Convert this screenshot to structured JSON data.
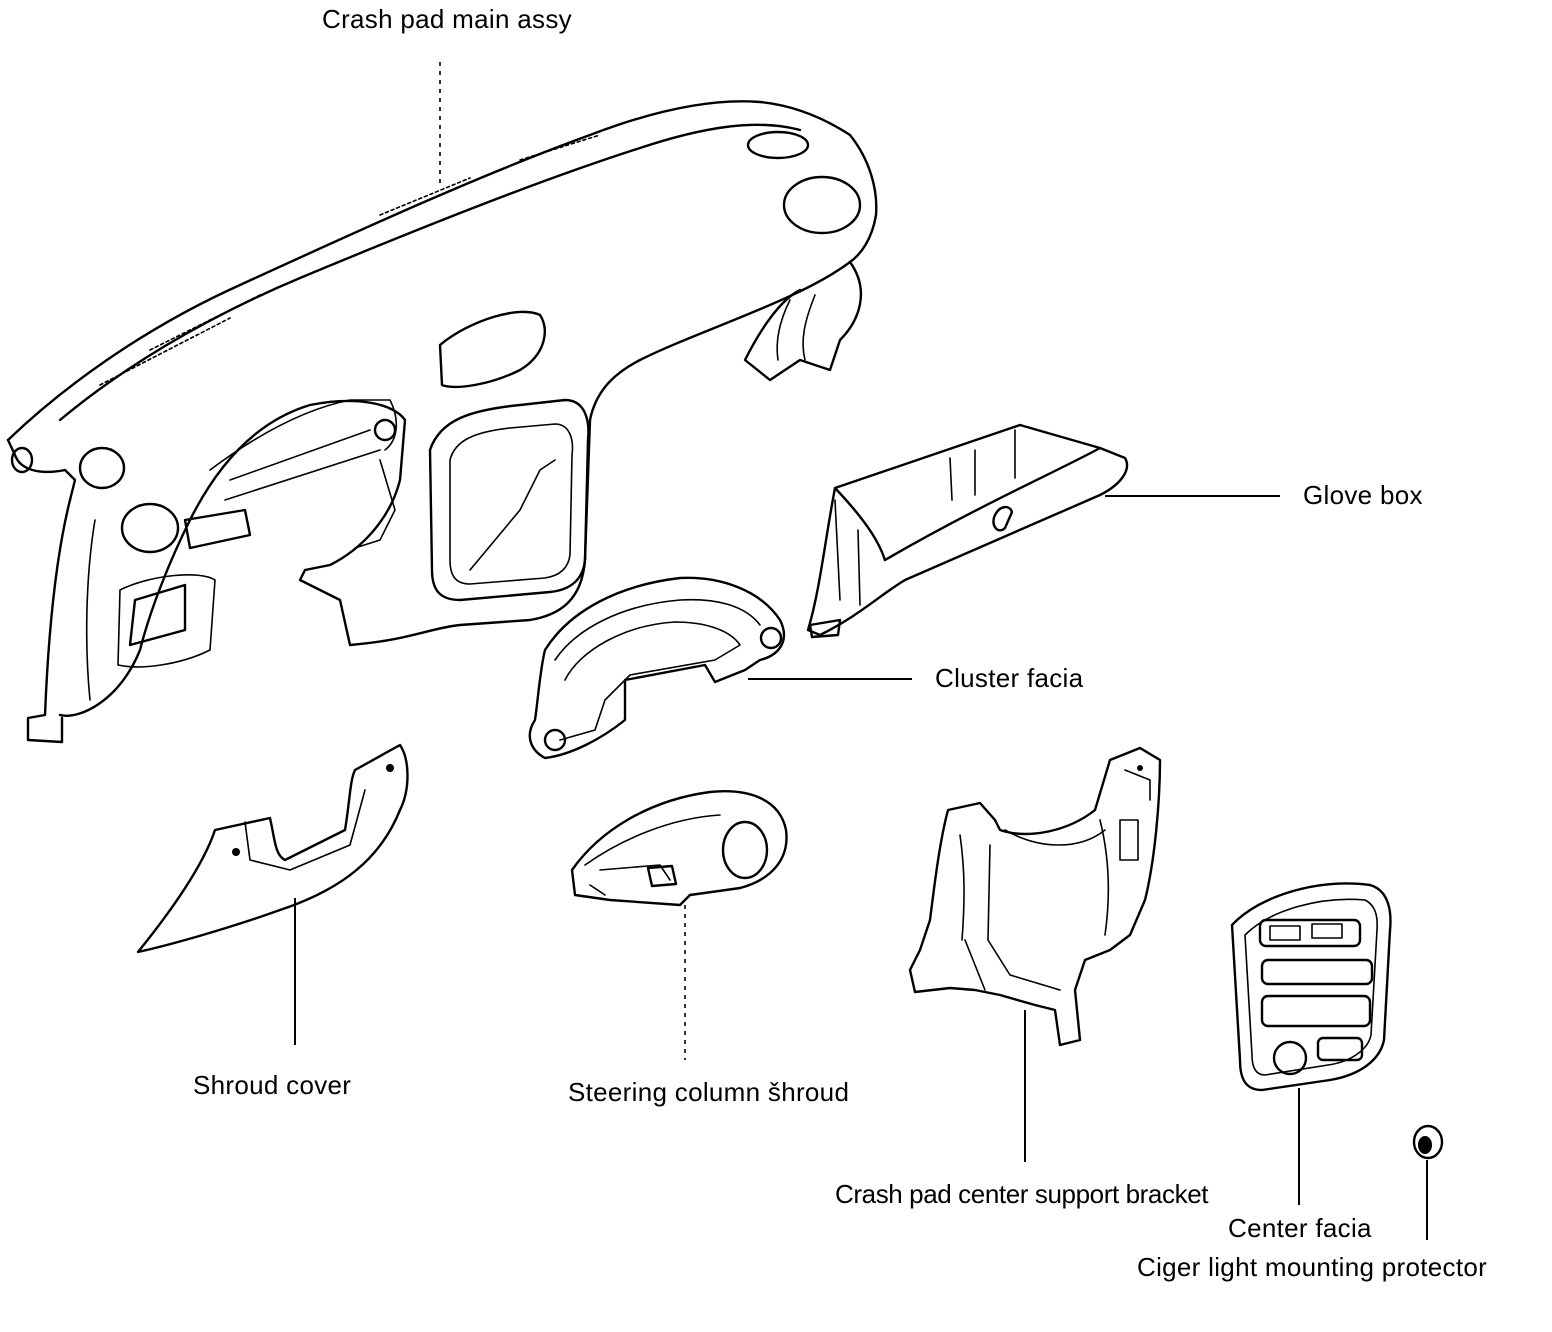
{
  "labels": {
    "crash_pad_main_assy": "Crash pad main assy",
    "glove_box": "Glove box",
    "cluster_facia": "Cluster facia",
    "shroud_cover": "Shroud cover",
    "steering_column_shroud": "Steering column  šhroud",
    "crash_pad_center_support_bracket": "Crash pad center support bracket",
    "center_facia": "Center facia",
    "ciger_light_mounting_protector": "Ciger light mounting protector"
  }
}
